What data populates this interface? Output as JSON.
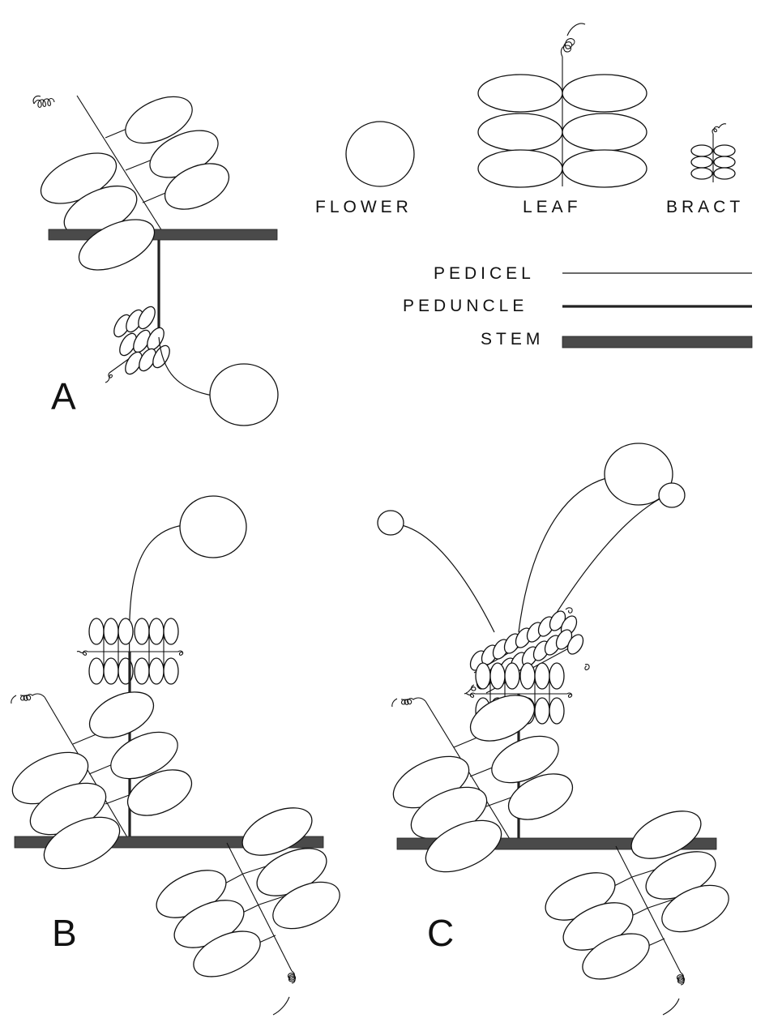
{
  "legend": {
    "flower": "FLOWER",
    "leaf": "LEAF",
    "bract": "BRACT",
    "pedicel": "PEDICEL",
    "peduncle": "PEDUNCLE",
    "stem": "STEM"
  },
  "panels": {
    "a": "A",
    "b": "B",
    "c": "C"
  },
  "colors": {
    "stem": "#4a4a4a",
    "outline": "#111111",
    "background": "#ffffff"
  }
}
